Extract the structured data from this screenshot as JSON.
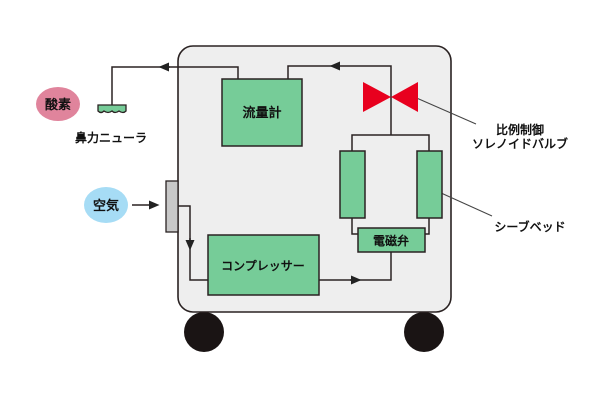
{
  "labels": {
    "oxygen": "酸素",
    "air": "空気",
    "cannula": "鼻力ニューラ",
    "flowmeter": "流量計",
    "valve_line1": "比例制御",
    "valve_line2": "ソレノイドバルブ",
    "sieve_bed": "シーブベッド",
    "solenoid": "電磁弁",
    "compressor": "コンプレッサー"
  },
  "colors": {
    "component": "#76cc98",
    "cabinet": "#eeeeee",
    "valve": "#e8001e",
    "oxygen": "#e0849c",
    "air": "#a6dcf5"
  }
}
